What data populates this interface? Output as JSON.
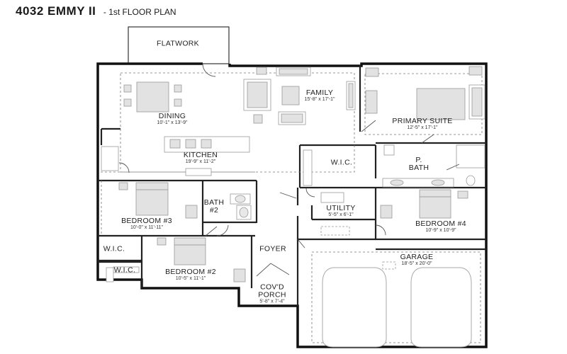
{
  "title": "4032 EMMY II",
  "subtitle": "- 1st FLOOR PLAN",
  "rooms": {
    "flatwork": {
      "name": "FLATWORK"
    },
    "family": {
      "name": "FAMILY",
      "dims": "15'-8\" x 17'-1\""
    },
    "dining": {
      "name": "DINING",
      "dims": "10'-1\" x 13'-9\""
    },
    "kitchen": {
      "name": "KITCHEN",
      "dims": "19'-9\" x 11'-2\""
    },
    "primary_suite": {
      "name": "PRIMARY SUITE",
      "dims": "12'-5\" x 17'-1\""
    },
    "wic": {
      "name": "W.I.C."
    },
    "p_bath": {
      "name": "P.",
      "name2": "BATH"
    },
    "bath2": {
      "name": "BATH",
      "name2": "#2"
    },
    "utility": {
      "name": "UTILITY",
      "dims": "5'-5\" x 6'-1\""
    },
    "bedroom3": {
      "name": "BEDROOM #3",
      "dims": "10'-0\" x 11'-11\""
    },
    "bedroom4": {
      "name": "BEDROOM #4",
      "dims": "10'-9\" x 10'-9\""
    },
    "wic_left1": {
      "name": "W.I.C."
    },
    "wic_left2": {
      "name": "W.I.C."
    },
    "foyer": {
      "name": "FOYER"
    },
    "bedroom2": {
      "name": "BEDROOM #2",
      "dims": "10'-5\" x 11'-1\""
    },
    "garage": {
      "name": "GARAGE",
      "dims": "18'-5\" x 20'-0\""
    },
    "covd_porch": {
      "name": "COV'D",
      "name2": "PORCH",
      "dims": "5'-8\" x 7'-4\""
    }
  }
}
